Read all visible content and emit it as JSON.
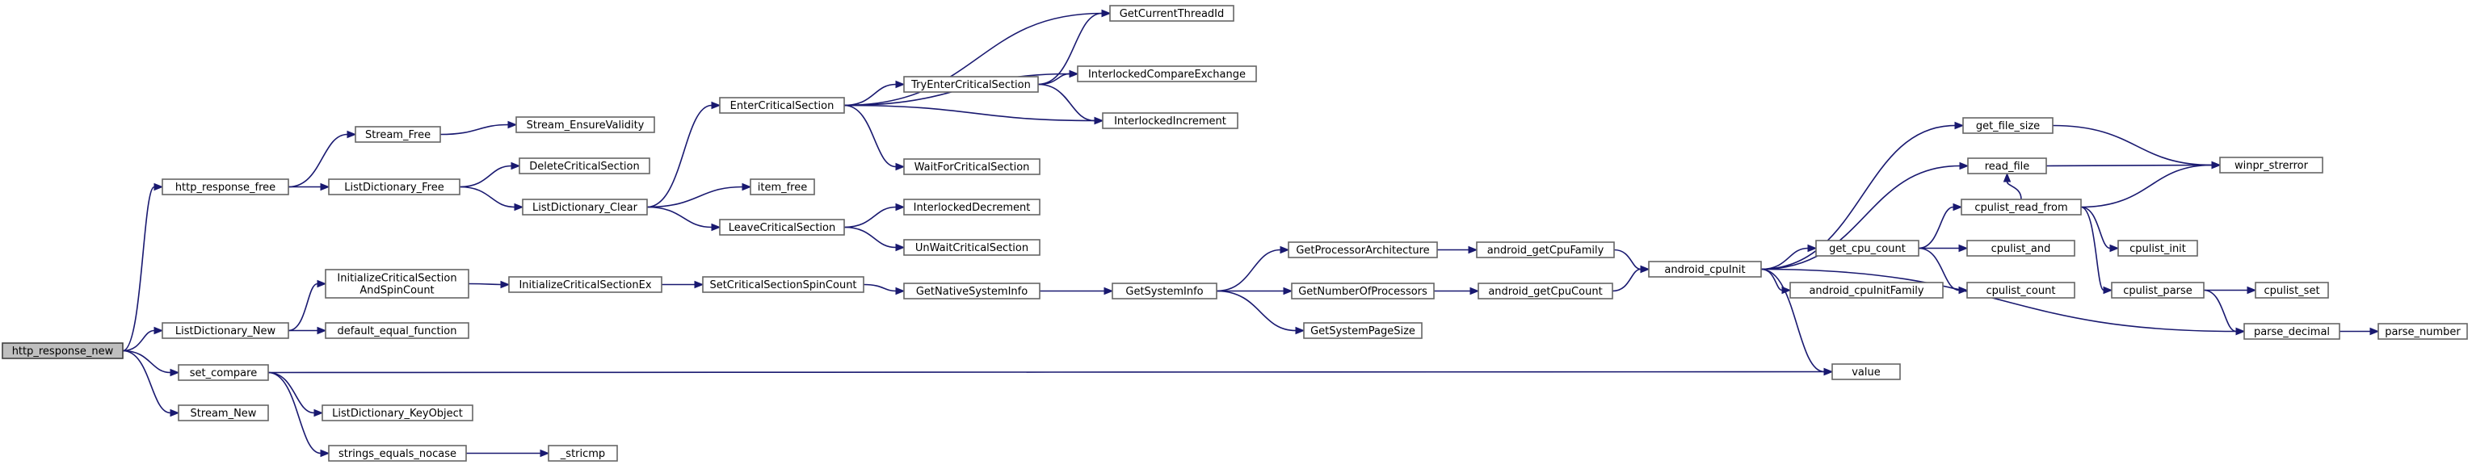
{
  "nodes": [
    {
      "id": "http_response_new",
      "lines": [
        "http_response_new"
      ],
      "root": true
    },
    {
      "id": "http_response_free",
      "lines": [
        "http_response_free"
      ]
    },
    {
      "id": "ListDictionary_New",
      "lines": [
        "ListDictionary_New"
      ]
    },
    {
      "id": "set_compare",
      "lines": [
        "set_compare"
      ]
    },
    {
      "id": "Stream_New",
      "lines": [
        "Stream_New"
      ]
    },
    {
      "id": "Stream_Free",
      "lines": [
        "Stream_Free"
      ]
    },
    {
      "id": "ListDictionary_Free",
      "lines": [
        "ListDictionary_Free"
      ]
    },
    {
      "id": "InitializeCriticalSectionAndSpinCount",
      "lines": [
        "InitializeCriticalSection",
        "AndSpinCount"
      ]
    },
    {
      "id": "default_equal_function",
      "lines": [
        "default_equal_function"
      ]
    },
    {
      "id": "ListDictionary_KeyObject",
      "lines": [
        "ListDictionary_KeyObject"
      ]
    },
    {
      "id": "strings_equals_nocase",
      "lines": [
        "strings_equals_nocase"
      ]
    },
    {
      "id": "Stream_EnsureValidity",
      "lines": [
        "Stream_EnsureValidity"
      ]
    },
    {
      "id": "DeleteCriticalSection",
      "lines": [
        "DeleteCriticalSection"
      ]
    },
    {
      "id": "ListDictionary_Clear",
      "lines": [
        "ListDictionary_Clear"
      ]
    },
    {
      "id": "InitializeCriticalSectionEx",
      "lines": [
        "InitializeCriticalSectionEx"
      ]
    },
    {
      "id": "_stricmp",
      "lines": [
        "_stricmp"
      ]
    },
    {
      "id": "EnterCriticalSection",
      "lines": [
        "EnterCriticalSection"
      ]
    },
    {
      "id": "item_free",
      "lines": [
        "item_free"
      ]
    },
    {
      "id": "LeaveCriticalSection",
      "lines": [
        "LeaveCriticalSection"
      ]
    },
    {
      "id": "SetCriticalSectionSpinCount",
      "lines": [
        "SetCriticalSectionSpinCount"
      ]
    },
    {
      "id": "GetCurrentThreadId",
      "lines": [
        "GetCurrentThreadId"
      ]
    },
    {
      "id": "TryEnterCriticalSection",
      "lines": [
        "TryEnterCriticalSection"
      ]
    },
    {
      "id": "InterlockedCompareExchange",
      "lines": [
        "InterlockedCompareExchange"
      ]
    },
    {
      "id": "InterlockedIncrement",
      "lines": [
        "InterlockedIncrement"
      ]
    },
    {
      "id": "WaitForCriticalSection",
      "lines": [
        "WaitForCriticalSection"
      ]
    },
    {
      "id": "InterlockedDecrement",
      "lines": [
        "InterlockedDecrement"
      ]
    },
    {
      "id": "UnWaitCriticalSection",
      "lines": [
        "UnWaitCriticalSection"
      ]
    },
    {
      "id": "GetNativeSystemInfo",
      "lines": [
        "GetNativeSystemInfo"
      ]
    },
    {
      "id": "GetSystemInfo",
      "lines": [
        "GetSystemInfo"
      ]
    },
    {
      "id": "GetProcessorArchitecture",
      "lines": [
        "GetProcessorArchitecture"
      ]
    },
    {
      "id": "GetNumberOfProcessors",
      "lines": [
        "GetNumberOfProcessors"
      ]
    },
    {
      "id": "GetSystemPageSize",
      "lines": [
        "GetSystemPageSize"
      ]
    },
    {
      "id": "android_getCpuFamily",
      "lines": [
        "android_getCpuFamily"
      ]
    },
    {
      "id": "android_getCpuCount",
      "lines": [
        "android_getCpuCount"
      ]
    },
    {
      "id": "android_cpuInit",
      "lines": [
        "android_cpuInit"
      ]
    },
    {
      "id": "get_file_size",
      "lines": [
        "get_file_size"
      ]
    },
    {
      "id": "read_file",
      "lines": [
        "read_file"
      ]
    },
    {
      "id": "get_cpu_count",
      "lines": [
        "get_cpu_count"
      ]
    },
    {
      "id": "android_cpuInitFamily",
      "lines": [
        "android_cpuInitFamily"
      ]
    },
    {
      "id": "value",
      "lines": [
        "value"
      ]
    },
    {
      "id": "cpulist_read_from",
      "lines": [
        "cpulist_read_from"
      ]
    },
    {
      "id": "cpulist_and",
      "lines": [
        "cpulist_and"
      ]
    },
    {
      "id": "cpulist_count",
      "lines": [
        "cpulist_count"
      ]
    },
    {
      "id": "winpr_strerror",
      "lines": [
        "winpr_strerror"
      ]
    },
    {
      "id": "cpulist_init",
      "lines": [
        "cpulist_init"
      ]
    },
    {
      "id": "cpulist_parse",
      "lines": [
        "cpulist_parse"
      ]
    },
    {
      "id": "cpulist_set",
      "lines": [
        "cpulist_set"
      ]
    },
    {
      "id": "parse_decimal",
      "lines": [
        "parse_decimal"
      ]
    },
    {
      "id": "parse_number",
      "lines": [
        "parse_number"
      ]
    }
  ],
  "edges": [
    [
      "http_response_new",
      "http_response_free"
    ],
    [
      "http_response_new",
      "ListDictionary_New"
    ],
    [
      "http_response_new",
      "set_compare"
    ],
    [
      "http_response_new",
      "Stream_New"
    ],
    [
      "http_response_free",
      "Stream_Free"
    ],
    [
      "http_response_free",
      "ListDictionary_Free"
    ],
    [
      "Stream_Free",
      "Stream_EnsureValidity"
    ],
    [
      "ListDictionary_Free",
      "DeleteCriticalSection"
    ],
    [
      "ListDictionary_Free",
      "ListDictionary_Clear"
    ],
    [
      "ListDictionary_Clear",
      "EnterCriticalSection"
    ],
    [
      "ListDictionary_Clear",
      "item_free"
    ],
    [
      "ListDictionary_Clear",
      "LeaveCriticalSection"
    ],
    [
      "EnterCriticalSection",
      "GetCurrentThreadId"
    ],
    [
      "EnterCriticalSection",
      "InterlockedCompareExchange"
    ],
    [
      "EnterCriticalSection",
      "TryEnterCriticalSection"
    ],
    [
      "EnterCriticalSection",
      "InterlockedIncrement"
    ],
    [
      "EnterCriticalSection",
      "WaitForCriticalSection"
    ],
    [
      "TryEnterCriticalSection",
      "GetCurrentThreadId"
    ],
    [
      "TryEnterCriticalSection",
      "InterlockedCompareExchange"
    ],
    [
      "TryEnterCriticalSection",
      "InterlockedIncrement"
    ],
    [
      "LeaveCriticalSection",
      "InterlockedDecrement"
    ],
    [
      "LeaveCriticalSection",
      "UnWaitCriticalSection"
    ],
    [
      "ListDictionary_New",
      "InitializeCriticalSectionAndSpinCount"
    ],
    [
      "ListDictionary_New",
      "default_equal_function"
    ],
    [
      "InitializeCriticalSectionAndSpinCount",
      "InitializeCriticalSectionEx"
    ],
    [
      "InitializeCriticalSectionEx",
      "SetCriticalSectionSpinCount"
    ],
    [
      "SetCriticalSectionSpinCount",
      "GetNativeSystemInfo"
    ],
    [
      "GetNativeSystemInfo",
      "GetSystemInfo"
    ],
    [
      "GetSystemInfo",
      "GetProcessorArchitecture"
    ],
    [
      "GetSystemInfo",
      "GetNumberOfProcessors"
    ],
    [
      "GetSystemInfo",
      "GetSystemPageSize"
    ],
    [
      "GetProcessorArchitecture",
      "android_getCpuFamily"
    ],
    [
      "GetNumberOfProcessors",
      "android_getCpuCount"
    ],
    [
      "android_getCpuFamily",
      "android_cpuInit"
    ],
    [
      "android_getCpuCount",
      "android_cpuInit"
    ],
    [
      "android_cpuInit",
      "get_file_size"
    ],
    [
      "android_cpuInit",
      "read_file"
    ],
    [
      "android_cpuInit",
      "get_cpu_count"
    ],
    [
      "android_cpuInit",
      "android_cpuInitFamily"
    ],
    [
      "android_cpuInit",
      "parse_decimal"
    ],
    [
      "android_cpuInit",
      "value"
    ],
    [
      "get_file_size",
      "winpr_strerror"
    ],
    [
      "read_file",
      "winpr_strerror"
    ],
    [
      "get_cpu_count",
      "cpulist_read_from"
    ],
    [
      "get_cpu_count",
      "cpulist_and"
    ],
    [
      "get_cpu_count",
      "cpulist_count"
    ],
    [
      "cpulist_read_from",
      "read_file"
    ],
    [
      "cpulist_read_from",
      "winpr_strerror"
    ],
    [
      "cpulist_read_from",
      "cpulist_init"
    ],
    [
      "cpulist_read_from",
      "cpulist_parse"
    ],
    [
      "cpulist_parse",
      "cpulist_set"
    ],
    [
      "cpulist_parse",
      "parse_decimal"
    ],
    [
      "parse_decimal",
      "parse_number"
    ],
    [
      "set_compare",
      "value"
    ],
    [
      "set_compare",
      "ListDictionary_KeyObject"
    ],
    [
      "set_compare",
      "strings_equals_nocase"
    ],
    [
      "strings_equals_nocase",
      "_stricmp"
    ]
  ]
}
